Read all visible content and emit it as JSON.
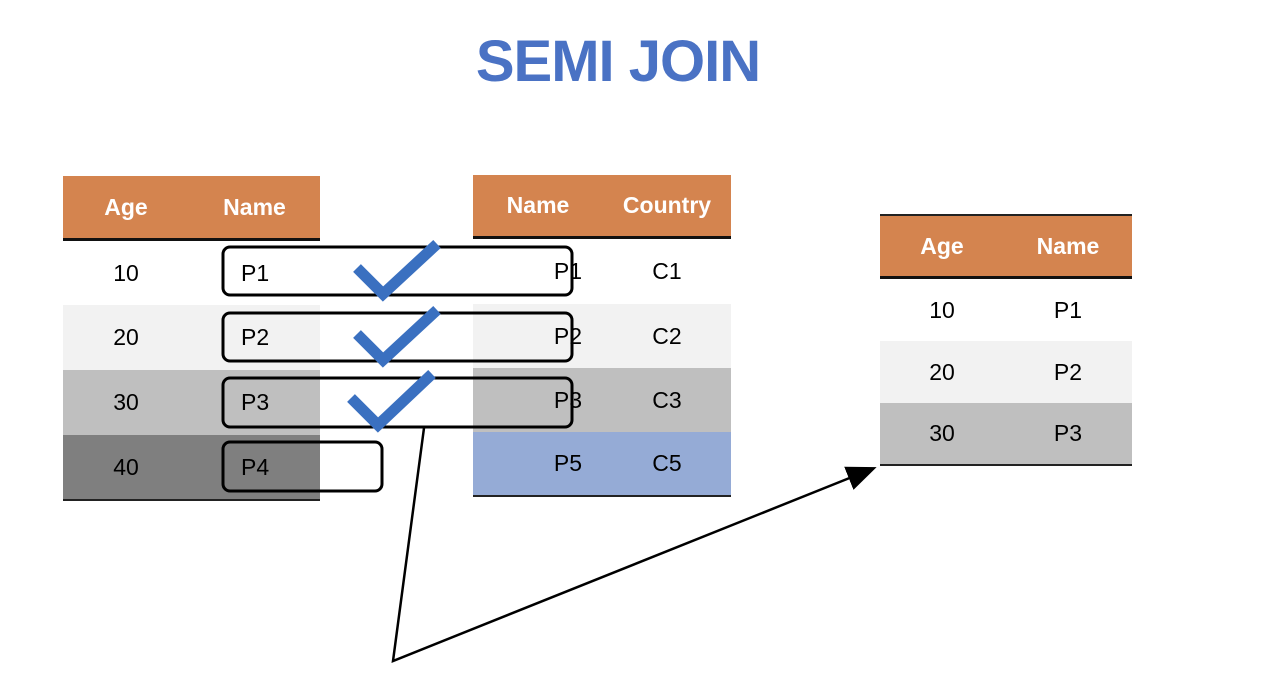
{
  "title": "SEMI JOIN",
  "colors": {
    "title": "#4a72c4",
    "header": "#d4844f",
    "row_white": "#ffffff",
    "row_light": "#f2f2f2",
    "row_mid": "#bfbfbf",
    "row_dark": "#7f7f7f",
    "row_blue": "#95abd6",
    "check": "#3a70c0"
  },
  "left_table": {
    "headers": [
      "Age",
      "Name"
    ],
    "rows": [
      {
        "cells": [
          "10",
          "P1"
        ],
        "shade": "row_white"
      },
      {
        "cells": [
          "20",
          "P2"
        ],
        "shade": "row_light"
      },
      {
        "cells": [
          "30",
          "P3"
        ],
        "shade": "row_mid"
      },
      {
        "cells": [
          "40",
          "P4"
        ],
        "shade": "row_dark"
      }
    ]
  },
  "right_table": {
    "headers": [
      "Name",
      "Country"
    ],
    "rows": [
      {
        "cells": [
          "P1",
          "C1"
        ],
        "shade": "row_white"
      },
      {
        "cells": [
          "P2",
          "C2"
        ],
        "shade": "row_light"
      },
      {
        "cells": [
          "P3",
          "C3"
        ],
        "shade": "row_mid"
      },
      {
        "cells": [
          "P5",
          "C5"
        ],
        "shade": "row_blue"
      }
    ]
  },
  "result_table": {
    "headers": [
      "Age",
      "Name"
    ],
    "rows": [
      {
        "cells": [
          "10",
          "P1"
        ],
        "shade": "row_white"
      },
      {
        "cells": [
          "20",
          "P2"
        ],
        "shade": "row_light"
      },
      {
        "cells": [
          "30",
          "P3"
        ],
        "shade": "row_mid"
      }
    ]
  },
  "matches": [
    "P1",
    "P2",
    "P3"
  ],
  "non_match": "P4"
}
